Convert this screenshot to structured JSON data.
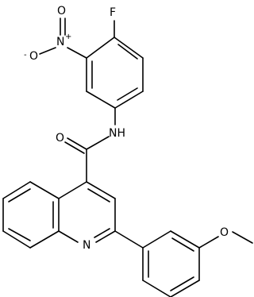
{
  "atoms": {
    "fluorine": "F",
    "nitro_n": "N",
    "nitro_n_charge": "+",
    "nitro_o_top": "O",
    "nitro_o_minus": "O",
    "nitro_o_minus_charge": "-",
    "amide_nh": "NH",
    "amide_o": "O",
    "quinoline_n": "N",
    "methoxy_o": "O"
  }
}
